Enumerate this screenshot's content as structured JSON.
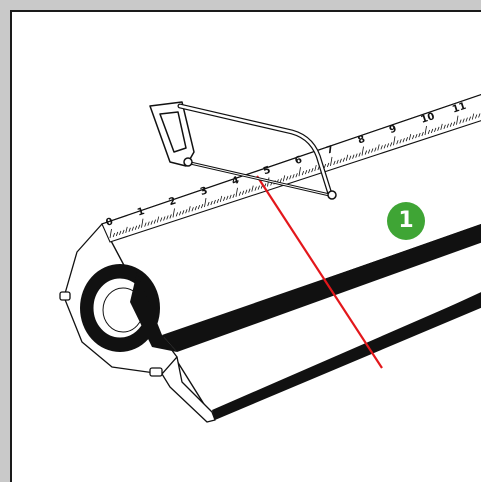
{
  "step": {
    "number": "1",
    "color": "#3fa535"
  },
  "ruler": {
    "numbers": [
      "0",
      "1",
      "2",
      "3",
      "4",
      "5",
      "6",
      "7",
      "8",
      "9",
      "10",
      "11"
    ]
  },
  "colors": {
    "cut_line": "#e3171b",
    "ink": "#111111",
    "outer_frame": "#c9c9c9"
  },
  "icons": [
    "hacksaw-icon",
    "tape-roll-icon"
  ]
}
